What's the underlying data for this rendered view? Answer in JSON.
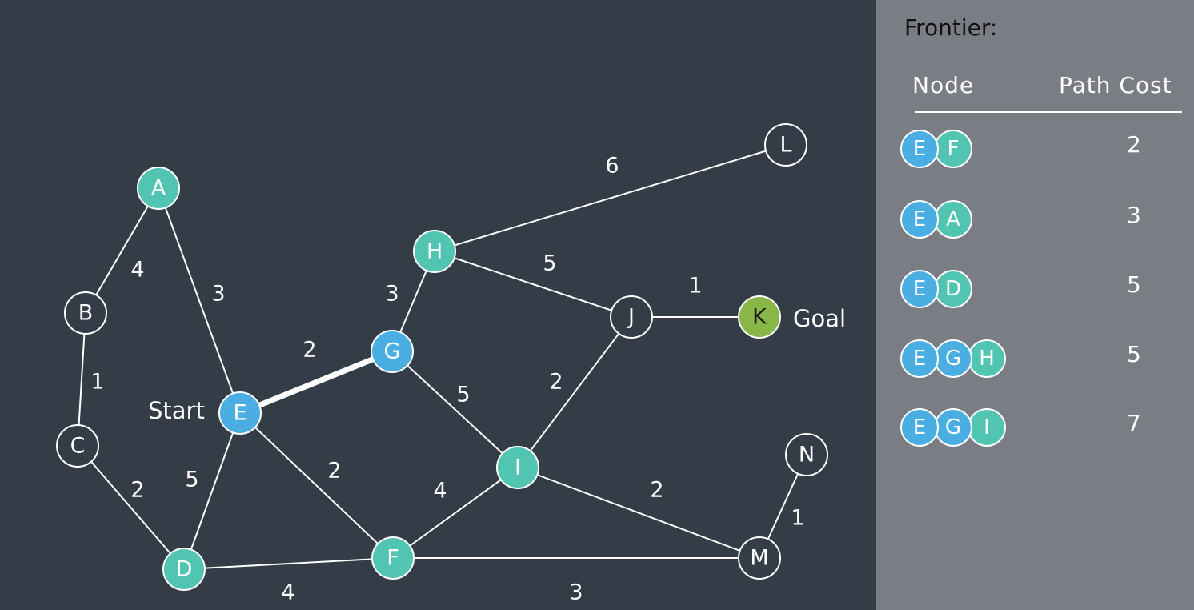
{
  "colors": {
    "background": "#343c48",
    "panel": "#7a7d83",
    "start_node": "#4aaee3",
    "explored_node": "#51c4b2",
    "goal_node": "#88b647",
    "unvisited_node": "#343c48",
    "edge": "#ffffff"
  },
  "graph": {
    "nodes": [
      {
        "id": "A",
        "state": "explored"
      },
      {
        "id": "B",
        "state": "unvisited"
      },
      {
        "id": "C",
        "state": "unvisited"
      },
      {
        "id": "D",
        "state": "explored"
      },
      {
        "id": "E",
        "state": "start"
      },
      {
        "id": "F",
        "state": "explored"
      },
      {
        "id": "G",
        "state": "start"
      },
      {
        "id": "H",
        "state": "explored"
      },
      {
        "id": "I",
        "state": "explored"
      },
      {
        "id": "J",
        "state": "unvisited"
      },
      {
        "id": "K",
        "state": "goal"
      },
      {
        "id": "L",
        "state": "unvisited"
      },
      {
        "id": "M",
        "state": "unvisited"
      },
      {
        "id": "N",
        "state": "unvisited"
      }
    ],
    "edges": [
      {
        "from": "A",
        "to": "B",
        "weight": "4"
      },
      {
        "from": "A",
        "to": "E",
        "weight": "3"
      },
      {
        "from": "B",
        "to": "C",
        "weight": "1"
      },
      {
        "from": "C",
        "to": "D",
        "weight": "2"
      },
      {
        "from": "D",
        "to": "E",
        "weight": "5"
      },
      {
        "from": "D",
        "to": "F",
        "weight": "4"
      },
      {
        "from": "E",
        "to": "G",
        "weight": "2",
        "active": true
      },
      {
        "from": "E",
        "to": "F",
        "weight": "2"
      },
      {
        "from": "G",
        "to": "H",
        "weight": "3"
      },
      {
        "from": "G",
        "to": "I",
        "weight": "5"
      },
      {
        "from": "H",
        "to": "L",
        "weight": "6"
      },
      {
        "from": "H",
        "to": "J",
        "weight": "5"
      },
      {
        "from": "J",
        "to": "K",
        "weight": "1"
      },
      {
        "from": "I",
        "to": "J",
        "weight": "2"
      },
      {
        "from": "F",
        "to": "I",
        "weight": "4"
      },
      {
        "from": "I",
        "to": "M",
        "weight": "2"
      },
      {
        "from": "F",
        "to": "M",
        "weight": "3"
      },
      {
        "from": "M",
        "to": "N",
        "weight": "1"
      }
    ],
    "start_label": "Start",
    "goal_label": "Goal"
  },
  "frontier": {
    "title": "Frontier:",
    "col_node": "Node",
    "col_cost": "Path Cost",
    "rows": [
      {
        "path": [
          "E",
          "F"
        ],
        "cost": "2"
      },
      {
        "path": [
          "E",
          "A"
        ],
        "cost": "3"
      },
      {
        "path": [
          "E",
          "D"
        ],
        "cost": "5"
      },
      {
        "path": [
          "E",
          "G",
          "H"
        ],
        "cost": "5"
      },
      {
        "path": [
          "E",
          "G",
          "I"
        ],
        "cost": "7"
      }
    ]
  }
}
